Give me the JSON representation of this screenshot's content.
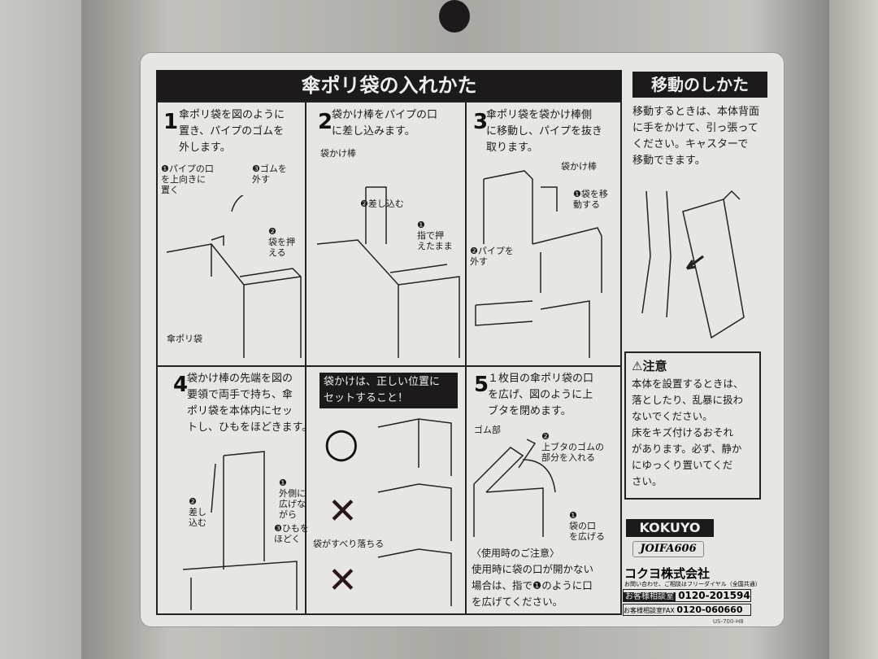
{
  "header": {
    "title": "傘ポリ袋の入れかた",
    "move_title": "移動のしかた"
  },
  "steps": [
    {
      "num": "1",
      "text": [
        "傘ポリ袋を図のように",
        "置き、パイプのゴムを",
        "外します。"
      ],
      "notes": [
        "❶パイプの口",
        "を上向きに",
        "置く",
        "❸ゴムを",
        "外す",
        "❷",
        "袋を押",
        "える",
        "傘ポリ袋"
      ]
    },
    {
      "num": "2",
      "text": [
        "袋かけ棒をパイプの口",
        "に差し込みます。"
      ],
      "notes": [
        "袋かけ棒",
        "❷差し込む",
        "❶",
        "指で押",
        "えたまま"
      ]
    },
    {
      "num": "3",
      "text": [
        "傘ポリ袋を袋かけ棒側",
        "に移動し、パイプを抜き",
        "取ります。"
      ],
      "notes": [
        "袋かけ棒",
        "❶袋を移",
        "動する",
        "❷パイプを",
        "外す"
      ]
    },
    {
      "num": "4",
      "text": [
        "袋かけ棒の先端を図の",
        "要領で両手で持ち、傘",
        "ポリ袋を本体内にセッ",
        "トし、ひもをほどきます。"
      ],
      "notes": [
        "❷",
        "差し",
        "込む",
        "❶",
        "外側に",
        "広げな",
        "がら",
        "❸ひもを",
        "ほどく"
      ]
    },
    {
      "num": "5",
      "text": [
        "１枚目の傘ポリ袋の口",
        "を広げ、図のように上",
        "ブタを閉めます。"
      ],
      "notes": [
        "ゴム部",
        "❷",
        "上ブタのゴムの",
        "部分を入れる",
        "❶",
        "袋の口",
        "を広げる"
      ]
    }
  ],
  "position": {
    "banner": [
      "袋かけは、正しい位置に",
      "セットすること！"
    ],
    "ok": "○",
    "ng": "✕",
    "slip": "袋がすべり落ちる"
  },
  "usage": {
    "title": "〈使用時のご注意〉",
    "text": [
      "使用時に袋の口が開かない",
      "場合は、指で❶のように口",
      "を広げてください。"
    ]
  },
  "move": {
    "text": [
      "移動するときは、本体背面",
      "に手をかけて、引っ張って",
      "ください。キャスターで",
      "移動できます。"
    ]
  },
  "caution": {
    "title": "⚠注意",
    "text": [
      "本体を設置するときは、",
      "落としたり、乱暴に扱わ",
      "ないでください。",
      "床をキズ付けるおそれ",
      "があります。必ず、静か",
      "にゆっくり置いてくだ",
      "さい。"
    ]
  },
  "brand": {
    "logo": "KOKUYO",
    "joifa": "JOIFA606",
    "company": "コクヨ株式会社",
    "inquiry": "お問い合わせ、ご相談はフリーダイヤル（全国共通）",
    "tel_label": "お客様相談室",
    "tel": "0120-201594",
    "fax_label": "お客様相談室FAX",
    "fax": "0120-060660",
    "code": "US-700-H8"
  }
}
